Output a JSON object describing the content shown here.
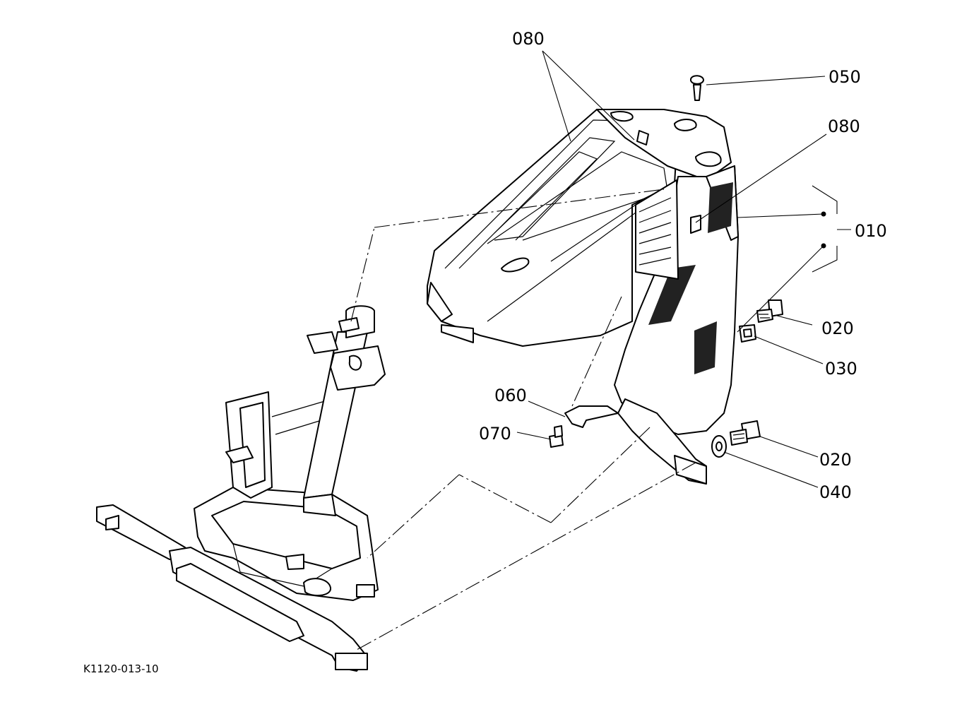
{
  "callouts": {
    "c080_top": "080",
    "c050": "050",
    "c080_right": "080",
    "c010": "010",
    "c020_upper": "020",
    "c030": "030",
    "c060": "060",
    "c070": "070",
    "c020_lower": "020",
    "c040": "040"
  },
  "drawing_code": "K1120-013-10"
}
